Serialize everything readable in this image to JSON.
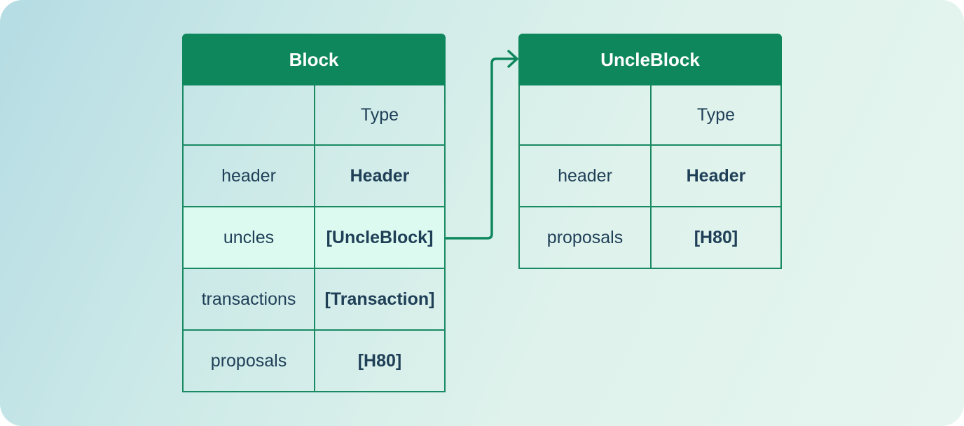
{
  "tables": {
    "block": {
      "title": "Block",
      "type_header": "Type",
      "rows": [
        {
          "name": "header",
          "type": "Header"
        },
        {
          "name": "uncles",
          "type": "[UncleBlock]"
        },
        {
          "name": "transactions",
          "type": "[Transaction]"
        },
        {
          "name": "proposals",
          "type": "[H80]"
        }
      ]
    },
    "uncle_block": {
      "title": "UncleBlock",
      "type_header": "Type",
      "rows": [
        {
          "name": "header",
          "type": "Header"
        },
        {
          "name": "proposals",
          "type": "[H80]"
        }
      ]
    }
  },
  "colors": {
    "header_fill": "#0e875d",
    "border": "#1a8a62",
    "highlight_row": "#dcfaf0",
    "text": "#1f3f57"
  }
}
